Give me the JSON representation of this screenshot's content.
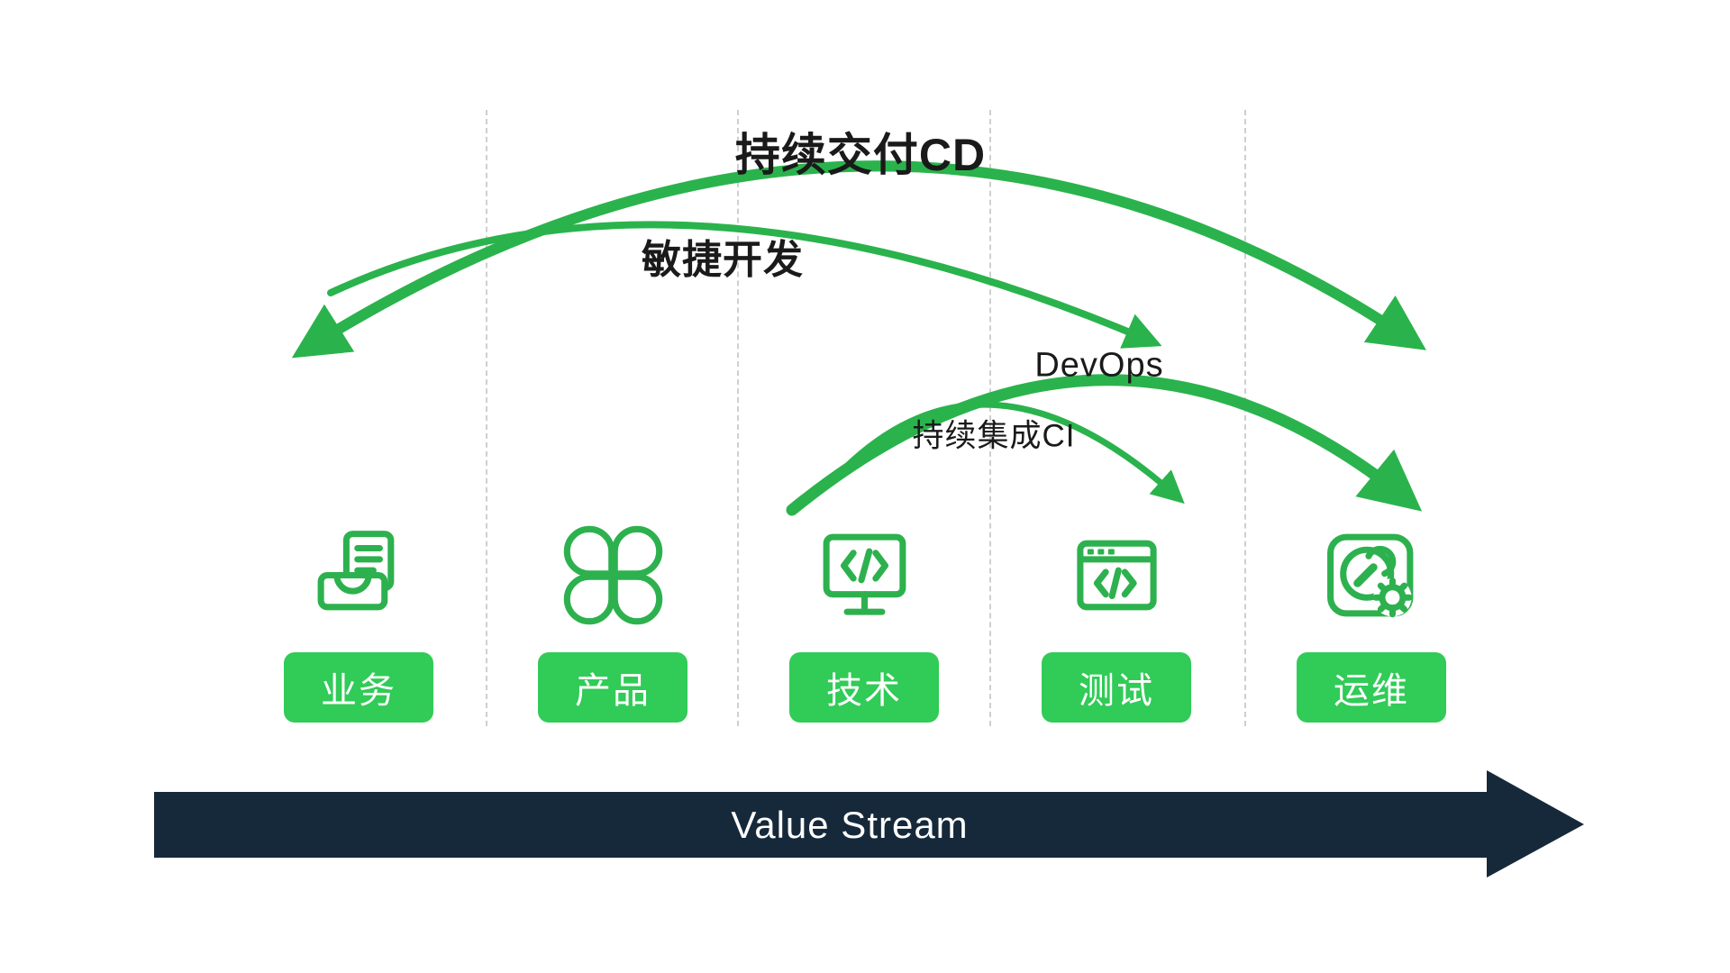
{
  "arcs": [
    {
      "id": "cd",
      "label": "持续交付CD"
    },
    {
      "id": "agile",
      "label": "敏捷开发"
    },
    {
      "id": "devops",
      "label": "DevOps"
    },
    {
      "id": "ci",
      "label": "持续集成CI"
    }
  ],
  "stages": [
    {
      "label": "业务",
      "icon": "document-tray-icon"
    },
    {
      "label": "产品",
      "icon": "clover-icon"
    },
    {
      "label": "技术",
      "icon": "monitor-code-icon"
    },
    {
      "label": "测试",
      "icon": "browser-code-icon"
    },
    {
      "label": "运维",
      "icon": "wrench-gear-icon"
    }
  ],
  "value_stream": {
    "label": "Value Stream"
  },
  "colors": {
    "arrow_green": "#2ab34c",
    "icon_green": "#2db14e",
    "box_green": "#31cb57",
    "navy": "#16293b",
    "divider": "#cfcfcf"
  }
}
